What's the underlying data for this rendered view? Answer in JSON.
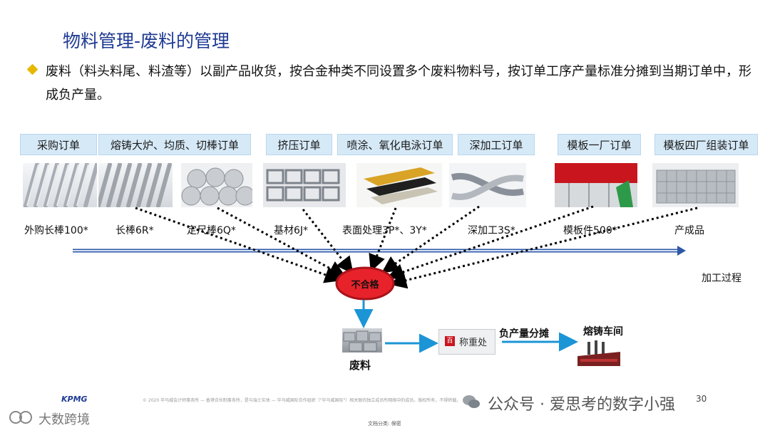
{
  "title": "物料管理-废料的管理",
  "bullet_text": "废料（料头料尾、料渣等）以副产品收货，按合金种类不同设置多个废料物料号，按订单工序产量标准分摊到当期订单中，形成负产量。",
  "order_boxes": [
    "采购订单",
    "熔铸大炉、均质、切棒订单",
    "挤压订单",
    "喷涂、氧化电泳订单",
    "深加工订单",
    "模板一厂订单",
    "模板四厂组装订单"
  ],
  "products": [
    "外购长棒100*",
    "长棒6R*",
    "定尺棒6Q*",
    "基材6J*",
    "表面处理3P*、3Y*",
    "深加工3S*",
    "模板件500*",
    "产成品"
  ],
  "process_label": "加工过程",
  "reject_label": "不合格",
  "scrap_label": "废料",
  "weigh_label": "称重处",
  "allocation_label": "负产量分摊",
  "workshop_label": "熔铸车间",
  "footer_logo": "KPMG",
  "footer_text": "© 2020 毕马威会计师事务所 — 香港合伙制事务所，是与瑞士实体 — 毕马威国际合作组织（\"毕马威国际\"）相关联的独立成员所网络中的成员。版权所有，不得转载。",
  "page_number": "30",
  "footer_classification": "文档分类: 保密",
  "watermark_right": "公众号 · 爱思考的数字小强",
  "watermark_left": "大数跨境",
  "colors": {
    "title": "#1f3a93",
    "order_box": "#d6e9f7",
    "reject_fill": "#e8222a",
    "process_arrow": "#2e57a6",
    "flow_arrow": "#1b95d6"
  }
}
